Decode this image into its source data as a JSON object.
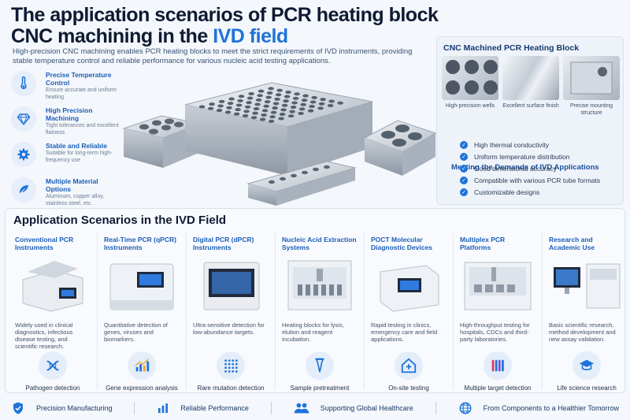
{
  "header": {
    "title_line1": "The application scenarios of PCR heating block",
    "title_line2_prefix": "CNC machining in the ",
    "title_line2_highlight": "IVD field",
    "intro": "High-precision CNC machining enables PCR heating blocks to meet the strict requirements of IVD instruments, providing stable temperature control and reliable performance for various nucleic acid testing applications."
  },
  "features": [
    {
      "icon": "thermometer-icon",
      "title": "Precise Temperature Control",
      "desc": "Ensure accurate and uniform heating"
    },
    {
      "icon": "diamond-icon",
      "title": "High Precision Machining",
      "desc": "Tight tolerances and excellent flatness"
    },
    {
      "icon": "gear-icon",
      "title": "Stable and Reliable",
      "desc": "Suitable for long-term high-frequency use"
    },
    {
      "icon": "feather-icon",
      "title": "Multiple Material Options",
      "desc": "Aluminum, copper alloy, stainless steel, etc."
    }
  ],
  "panel": {
    "title": "CNC Machined PCR Heating Block",
    "thumbs": [
      "High-precision wells",
      "Excellent surface finish",
      "Precise mounting structure"
    ],
    "demands_title": "Meeting the Demands of IVD Applications",
    "demands": [
      "High thermal conductivity",
      "Uniform temperature distribution",
      "Good dimensional accuracy",
      "Compatible with various PCR tube formats",
      "Customizable designs"
    ]
  },
  "scenarios": {
    "title": "Application Scenarios in the IVD Field",
    "items": [
      {
        "title": "Conventional PCR Instruments",
        "desc": "Widely used in clinical diagnostics, infectious disease testing, and scientific research.",
        "icon": "dna-icon",
        "label": "Pathogen detection"
      },
      {
        "title": "Real-Time PCR (qPCR) Instruments",
        "desc": "Quantitative detection of genes, viruses and biomarkers.",
        "icon": "bar-chart-icon",
        "label": "Gene expression analysis"
      },
      {
        "title": "Digital PCR (dPCR) Instruments",
        "desc": "Ultra-sensitive detection for low-abundance targets.",
        "icon": "dot-grid-icon",
        "label": "Rare mutation detection"
      },
      {
        "title": "Nucleic Acid Extraction Systems",
        "desc": "Heating blocks for lysis, elution and reagent incubation.",
        "icon": "tube-icon",
        "label": "Sample pretreatment"
      },
      {
        "title": "POCT Molecular Diagnostic Devices",
        "desc": "Rapid testing in clinics, emergency care and field applications.",
        "icon": "home-medical-icon",
        "label": "On-site testing"
      },
      {
        "title": "Multiplex PCR Platforms",
        "desc": "High-throughput testing for hospitals, CDCs and third-party laboratories.",
        "icon": "test-tubes-icon",
        "label": "Multiple target detection"
      },
      {
        "title": "Research and Academic Use",
        "desc": "Basic scientific research, method development and new assay validation.",
        "icon": "graduation-cap-icon",
        "label": "Life science research"
      }
    ]
  },
  "footer": [
    {
      "icon": "shield-check-icon",
      "label": "Precision Manufacturing"
    },
    {
      "icon": "bar-chart-icon",
      "label": "Reliable Performance"
    },
    {
      "icon": "people-icon",
      "label": "Supporting Global Healthcare"
    },
    {
      "icon": "globe-icon",
      "label": "From Components to a Healthier Tomorrow"
    }
  ],
  "colors": {
    "accent": "#1e73d8",
    "title": "#0f1b33"
  }
}
